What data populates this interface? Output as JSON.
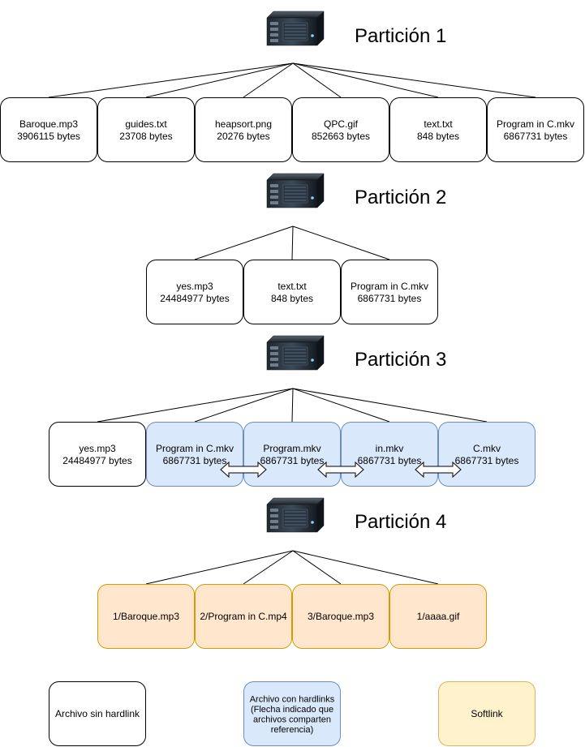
{
  "partitions": [
    {
      "title": "Partición 1",
      "files": [
        {
          "name": "Baroque.mp3",
          "size": "3906115 bytes",
          "kind": "plain"
        },
        {
          "name": "guides.txt",
          "size": "23708 bytes",
          "kind": "plain"
        },
        {
          "name": "heapsort.png",
          "size": "20276 bytes",
          "kind": "plain"
        },
        {
          "name": "QPC.gif",
          "size": "852663 bytes",
          "kind": "plain"
        },
        {
          "name": "text.txt",
          "size": "848 bytes",
          "kind": "plain"
        },
        {
          "name": "Program in C.mkv",
          "size": "6867731 bytes",
          "kind": "plain"
        }
      ]
    },
    {
      "title": "Partición 2",
      "files": [
        {
          "name": "yes.mp3",
          "size": "24484977 bytes",
          "kind": "plain"
        },
        {
          "name": "text.txt",
          "size": "848 bytes",
          "kind": "plain"
        },
        {
          "name": "Program in C.mkv",
          "size": "6867731 bytes",
          "kind": "plain"
        }
      ]
    },
    {
      "title": "Partición 3",
      "files": [
        {
          "name": "yes.mp3",
          "size": "24484977 bytes",
          "kind": "plain"
        },
        {
          "name": "Program in C.mkv",
          "size": "6867731 bytes",
          "kind": "hard"
        },
        {
          "name": "Program.mkv",
          "size": "6867731 bytes",
          "kind": "hard"
        },
        {
          "name": "in.mkv",
          "size": "6867731 bytes",
          "kind": "hard"
        },
        {
          "name": "C.mkv",
          "size": "6867731 bytes",
          "kind": "hard"
        }
      ],
      "hardlink_pairs": [
        [
          1,
          2
        ],
        [
          2,
          3
        ],
        [
          3,
          4
        ]
      ]
    },
    {
      "title": "Partición 4",
      "files": [
        {
          "name": "1/Baroque.mp3",
          "size": "",
          "kind": "soft"
        },
        {
          "name": "2/Program in C.mp4",
          "size": "",
          "kind": "soft"
        },
        {
          "name": "3/Baroque.mp3",
          "size": "",
          "kind": "soft"
        },
        {
          "name": "1/aaaa.gif",
          "size": "",
          "kind": "soft"
        }
      ]
    }
  ],
  "legend": [
    {
      "lines": [
        "Archivo sin hardlink"
      ],
      "kind": "plain"
    },
    {
      "lines": [
        "Archivo con hardlinks",
        "(Flecha indicado que",
        "archivos comparten",
        "referencia)"
      ],
      "kind": "hard"
    },
    {
      "lines": [
        "Softlink"
      ],
      "kind": "legend-soft"
    }
  ],
  "icons": {
    "partition": "server-icon",
    "link": "double-arrow-icon"
  },
  "colors": {
    "plain_fill": "#ffffff",
    "hardlink_fill": "#dae8fc",
    "hardlink_stroke": "#6c8ebf",
    "softlink_fill": "#ffe6cc",
    "softlink_stroke": "#d79b00",
    "legend_softlink_fill": "#fff2cc",
    "legend_softlink_stroke": "#d6b656"
  }
}
